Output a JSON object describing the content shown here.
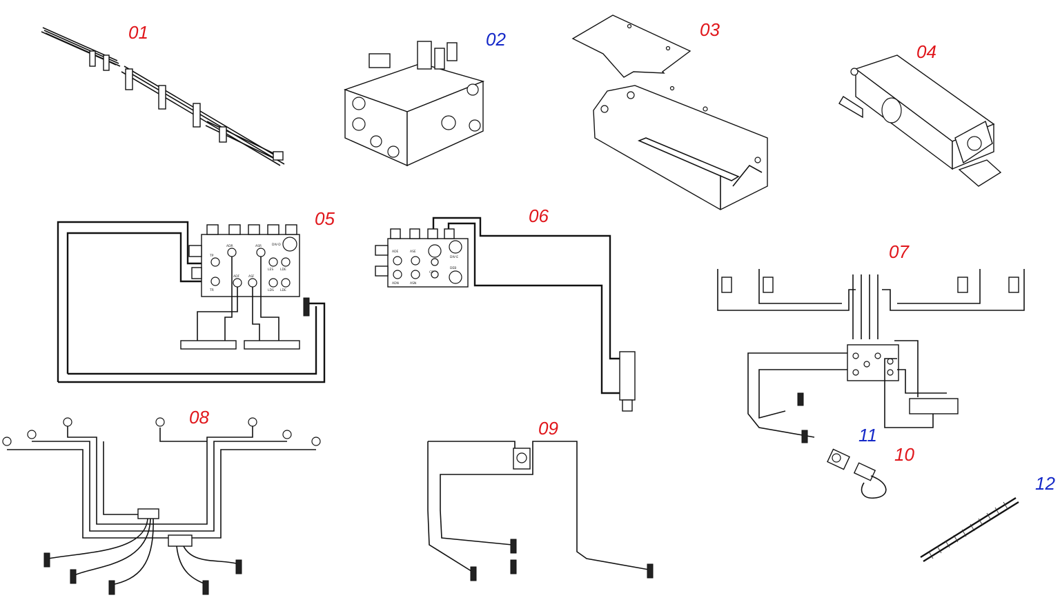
{
  "parts": [
    {
      "id": "01",
      "label": "01",
      "color": "#e0161b"
    },
    {
      "id": "02",
      "label": "02",
      "color": "#1428c8"
    },
    {
      "id": "03",
      "label": "03",
      "color": "#e0161b"
    },
    {
      "id": "04",
      "label": "04",
      "color": "#e0161b"
    },
    {
      "id": "05",
      "label": "05",
      "color": "#e0161b"
    },
    {
      "id": "06",
      "label": "06",
      "color": "#e0161b"
    },
    {
      "id": "07",
      "label": "07",
      "color": "#e0161b"
    },
    {
      "id": "08",
      "label": "08",
      "color": "#e0161b"
    },
    {
      "id": "09",
      "label": "09",
      "color": "#e0161b"
    },
    {
      "id": "10",
      "label": "10",
      "color": "#e0161b"
    },
    {
      "id": "11",
      "label": "11",
      "color": "#1428c8"
    },
    {
      "id": "12",
      "label": "12",
      "color": "#1428c8"
    }
  ],
  "block05_ports": {
    "tp": "TP",
    "tr": "TR",
    "adr": "ADR",
    "asr": "ASR",
    "adf": "ADF",
    "asf": "ASF",
    "les": "LES",
    "lde": "LDE",
    "lds": "LDS",
    "led": "LDE",
    "div": "DIV-D"
  },
  "block06_ports": {
    "ade": "ADE",
    "ase": "ASE",
    "adn": "ADN",
    "asn": "ASN",
    "ce": "CE",
    "dive": "DIV-E",
    "deb": "DEB"
  }
}
